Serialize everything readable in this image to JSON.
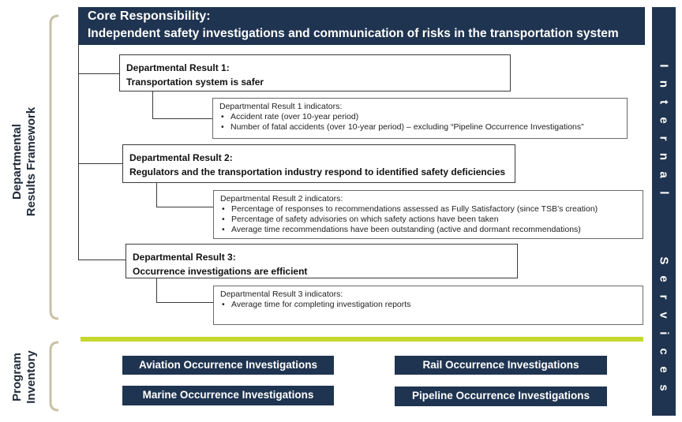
{
  "side_labels": {
    "framework_line1": "Departmental",
    "framework_line2": "Results Framework",
    "inventory_line1": "Program",
    "inventory_line2": "Inventory"
  },
  "core": {
    "title": "Core Responsibility:",
    "subtitle": "Independent safety investigations and communication of risks in the transportation system"
  },
  "internal_services": {
    "letters": [
      "I",
      "n",
      "t",
      "e",
      "r",
      "n",
      "a",
      "l",
      "",
      "S",
      "e",
      "r",
      "v",
      "i",
      "c",
      "e",
      "s"
    ]
  },
  "results": [
    {
      "heading": "Departmental Result 1:",
      "text": "Transportation system is safer",
      "indicators_title": "Departmental Result 1 indicators:",
      "indicators": [
        "Accident rate (over 10-year period)",
        "Number of fatal accidents (over 10-year period) – excluding “Pipeline Occurrence Investigations”"
      ]
    },
    {
      "heading": "Departmental Result 2:",
      "text": "Regulators and the transportation industry respond to identified safety deficiencies",
      "indicators_title": "Departmental Result 2 indicators:",
      "indicators": [
        "Percentage of responses  to recommendations  assessed  as Fully Satisfactory (since TSB’s creation)",
        "Percentage of safety advisories on which safety actions have been taken",
        "Average time recommendations  have been outstanding  (active and dormant recommendations)"
      ]
    },
    {
      "heading": "Departmental Result 3:",
      "text": "Occurrence investigations are efficient",
      "indicators_title": "Departmental Result 3 indicators:",
      "indicators": [
        "Average time for completing investigation reports"
      ]
    }
  ],
  "programs": [
    "Aviation Occurrence Investigations",
    "Rail Occurrence Investigations",
    "Marine Occurrence Investigations",
    "Pipeline Occurrence Investigations"
  ],
  "colors": {
    "navy": "#1f3450",
    "accent_green": "#c4d82e",
    "bracket": "#c9c1a6"
  }
}
